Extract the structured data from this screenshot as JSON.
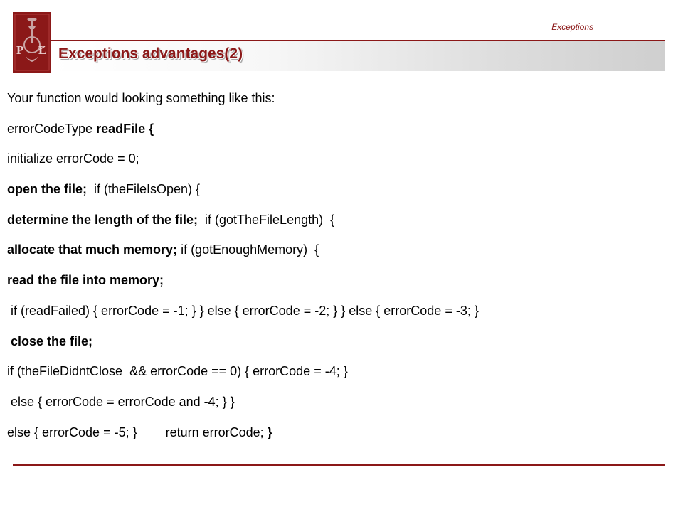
{
  "slide": {
    "header_text": "Exceptions",
    "title": "Exceptions advantages(2)",
    "colors": {
      "accent": "#8b1818",
      "title_band_end": "#cfcfcf",
      "text": "#000000"
    },
    "logo": {
      "name": "pwl-university-logo-icon",
      "letters": "PŁ"
    }
  },
  "body": {
    "intro": "Your function would looking something like this:",
    "lines": [
      {
        "segments": [
          {
            "t": "errorCodeType ",
            "b": false
          },
          {
            "t": "readFile {",
            "b": true
          }
        ]
      },
      {
        "segments": [
          {
            "t": "initialize errorCode = 0;",
            "b": false
          }
        ]
      },
      {
        "segments": [
          {
            "t": "open the file;",
            "b": true
          },
          {
            "t": "  if (theFileIsOpen) {",
            "b": false
          }
        ]
      },
      {
        "segments": [
          {
            "t": "determine the length of the file;",
            "b": true
          },
          {
            "t": "  if (gotTheFileLength)  {",
            "b": false
          }
        ]
      },
      {
        "segments": [
          {
            "t": "allocate that much memory;",
            "b": true
          },
          {
            "t": " if (gotEnoughMemory)  {",
            "b": false
          }
        ]
      },
      {
        "segments": [
          {
            "t": "read the file into memory;",
            "b": true
          }
        ]
      },
      {
        "segments": [
          {
            "t": " if (readFailed) { errorCode = -1; } } else { errorCode = -2; } } else { errorCode = -3; }",
            "b": false
          }
        ]
      },
      {
        "segments": [
          {
            "t": " close the file;",
            "b": true
          }
        ]
      },
      {
        "segments": [
          {
            "t": "if (theFileDidntClose  && errorCode == 0) { errorCode = -4; }",
            "b": false
          }
        ]
      },
      {
        "segments": [
          {
            "t": " else { errorCode = errorCode and -4; } }",
            "b": false
          }
        ]
      },
      {
        "segments": [
          {
            "t": "else { errorCode = -5; }        return errorCode; ",
            "b": false
          },
          {
            "t": "}",
            "b": true
          }
        ]
      }
    ]
  }
}
